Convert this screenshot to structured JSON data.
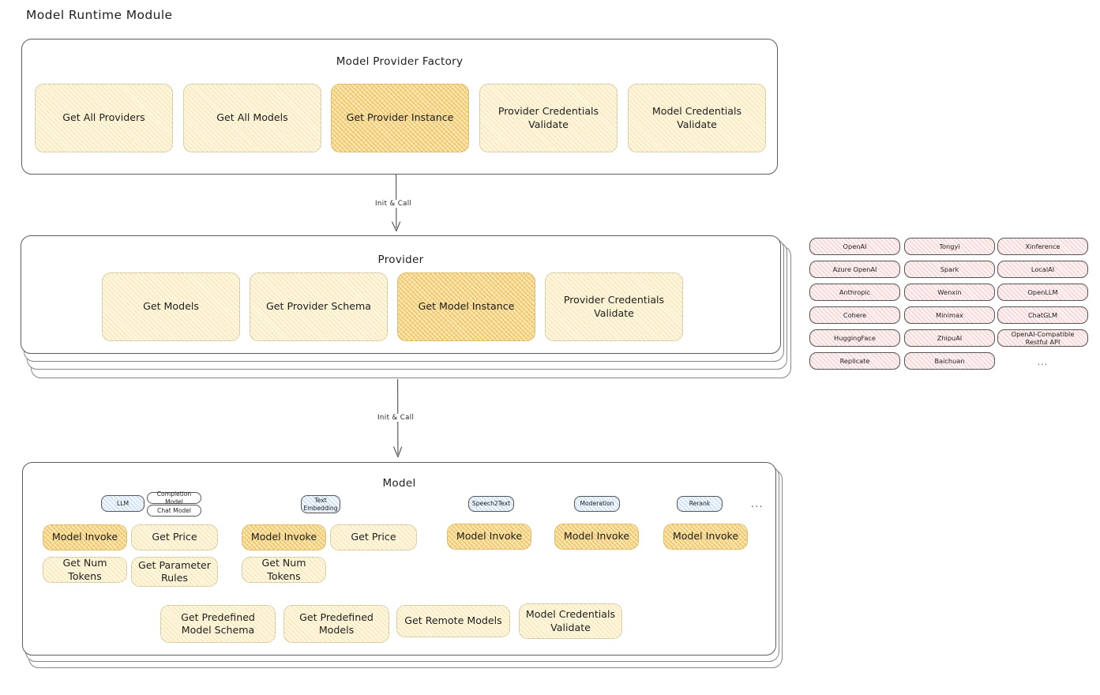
{
  "page": {
    "title": "Model Runtime Module"
  },
  "factory": {
    "title": "Model Provider Factory",
    "methods": [
      {
        "label": "Get All Providers",
        "highlighted": false
      },
      {
        "label": "Get All Models",
        "highlighted": false
      },
      {
        "label": "Get Provider Instance",
        "highlighted": true
      },
      {
        "label": "Provider Credentials Validate",
        "highlighted": false
      },
      {
        "label": "Model Credentials Validate",
        "highlighted": false
      }
    ]
  },
  "arrows": [
    {
      "label": "Init & Call",
      "from": "Model Provider Factory",
      "to": "Provider"
    },
    {
      "label": "Init & Call",
      "from": "Provider",
      "to": "Model"
    }
  ],
  "provider": {
    "title": "Provider",
    "methods": [
      {
        "label": "Get Models",
        "highlighted": false
      },
      {
        "label": "Get Provider Schema",
        "highlighted": false
      },
      {
        "label": "Get Model Instance",
        "highlighted": true
      },
      {
        "label": "Provider Credentials Validate",
        "highlighted": false
      }
    ],
    "stack_layers": 3
  },
  "provider_list": {
    "columns": [
      {
        "items": [
          "OpenAI",
          "Azure OpenAI",
          "Anthropic",
          "Cohere",
          "HuggingFace",
          "Replicate"
        ],
        "ellipsis": false
      },
      {
        "items": [
          "Tongyi",
          "Spark",
          "Wenxin",
          "Minimax",
          "ZhipuAI",
          "Baichuan"
        ],
        "ellipsis": false
      },
      {
        "items": [
          "Xinference",
          "LocalAI",
          "OpenLLM",
          "ChatGLM",
          "OpenAI-Compatible Restful API"
        ],
        "ellipsis": true
      }
    ],
    "ellipsis_label": "..."
  },
  "model": {
    "title": "Model",
    "stack_layers": 2,
    "more_types_label": "...",
    "types": [
      {
        "badge": "LLM",
        "badge_filled": true,
        "sub_badges": [
          "Completion Model",
          "Chat Model"
        ],
        "methods": [
          {
            "label": "Model Invoke",
            "highlighted": true
          },
          {
            "label": "Get Price",
            "highlighted": false
          },
          {
            "label": "Get Num Tokens",
            "highlighted": false
          },
          {
            "label": "Get Parameter Rules",
            "highlighted": false
          }
        ]
      },
      {
        "badge": "Text Embedding",
        "badge_filled": true,
        "sub_badges": [],
        "methods": [
          {
            "label": "Model Invoke",
            "highlighted": true
          },
          {
            "label": "Get Price",
            "highlighted": false
          },
          {
            "label": "Get Num Tokens",
            "highlighted": false
          }
        ]
      },
      {
        "badge": "Speech2Text",
        "badge_filled": true,
        "sub_badges": [],
        "methods": [
          {
            "label": "Model Invoke",
            "highlighted": true
          }
        ]
      },
      {
        "badge": "Moderation",
        "badge_filled": true,
        "sub_badges": [],
        "methods": [
          {
            "label": "Model Invoke",
            "highlighted": true
          }
        ]
      },
      {
        "badge": "Rerank",
        "badge_filled": true,
        "sub_badges": [],
        "methods": [
          {
            "label": "Model Invoke",
            "highlighted": true
          }
        ]
      }
    ],
    "common_methods": [
      {
        "label": "Get Predefined Model Schema",
        "highlighted": false
      },
      {
        "label": "Get Predefined Models",
        "highlighted": false
      },
      {
        "label": "Get Remote Models",
        "highlighted": false
      },
      {
        "label": "Model Credentials Validate",
        "highlighted": false
      }
    ]
  },
  "colors": {
    "amber_fill": "#fdf6df",
    "amber_highlight": "#fbe7b4",
    "provider_chip": "#fdf1f1",
    "model_badge": "#eef5fc",
    "stroke": "#1e1e1e"
  }
}
